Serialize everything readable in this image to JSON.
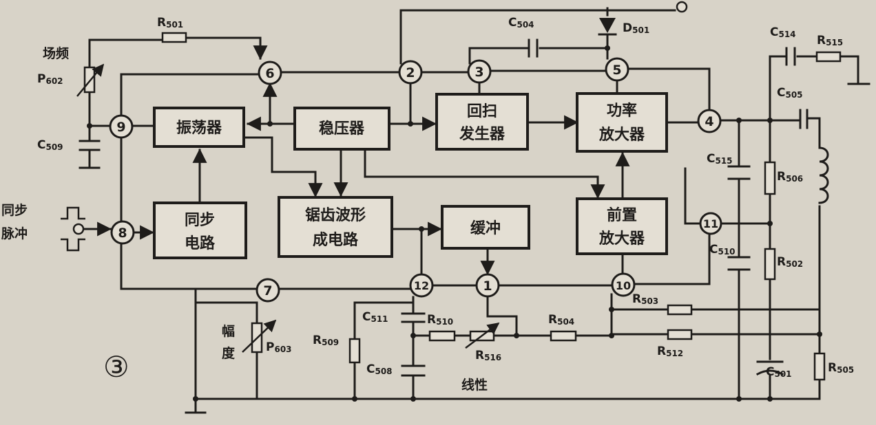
{
  "blocks": {
    "oscillator": "振荡器",
    "regulator": "稳压器",
    "flyback": [
      "回扫",
      "发生器"
    ],
    "power_amp": [
      "功率",
      "放大器"
    ],
    "sync_circuit": [
      "同步",
      "电路"
    ],
    "sawtooth": [
      "锯齿波形",
      "成电路"
    ],
    "buffer": "缓冲",
    "preamp": [
      "前置",
      "放大器"
    ]
  },
  "pins": [
    "1",
    "2",
    "3",
    "4",
    "5",
    "6",
    "7",
    "8",
    "9",
    "10",
    "11",
    "12"
  ],
  "labels": {
    "hold": "场频",
    "sync_pulse": [
      "同步",
      "脉冲"
    ],
    "amplitude": [
      "幅",
      "度"
    ],
    "linearity": "线性",
    "figure": "③"
  },
  "components": {
    "R501": [
      "R",
      "501"
    ],
    "R502": [
      "R",
      "502"
    ],
    "R503": [
      "R",
      "503"
    ],
    "R504": [
      "R",
      "504"
    ],
    "R505": [
      "R",
      "505"
    ],
    "R506": [
      "R",
      "506"
    ],
    "R509": [
      "R",
      "509"
    ],
    "R510": [
      "R",
      "510"
    ],
    "R512": [
      "R",
      "512"
    ],
    "R515": [
      "R",
      "515"
    ],
    "R516": [
      "R",
      "516"
    ],
    "C501": [
      "C",
      "501"
    ],
    "C504": [
      "C",
      "504"
    ],
    "C505": [
      "C",
      "505"
    ],
    "C508": [
      "C",
      "508"
    ],
    "C509": [
      "C",
      "509"
    ],
    "C510": [
      "C",
      "510"
    ],
    "C511": [
      "C",
      "511"
    ],
    "C514": [
      "C",
      "514"
    ],
    "C515": [
      "C",
      "515"
    ],
    "D501": [
      "D",
      "501"
    ],
    "P602": [
      "P",
      "602"
    ],
    "P603": [
      "P",
      "603"
    ]
  }
}
